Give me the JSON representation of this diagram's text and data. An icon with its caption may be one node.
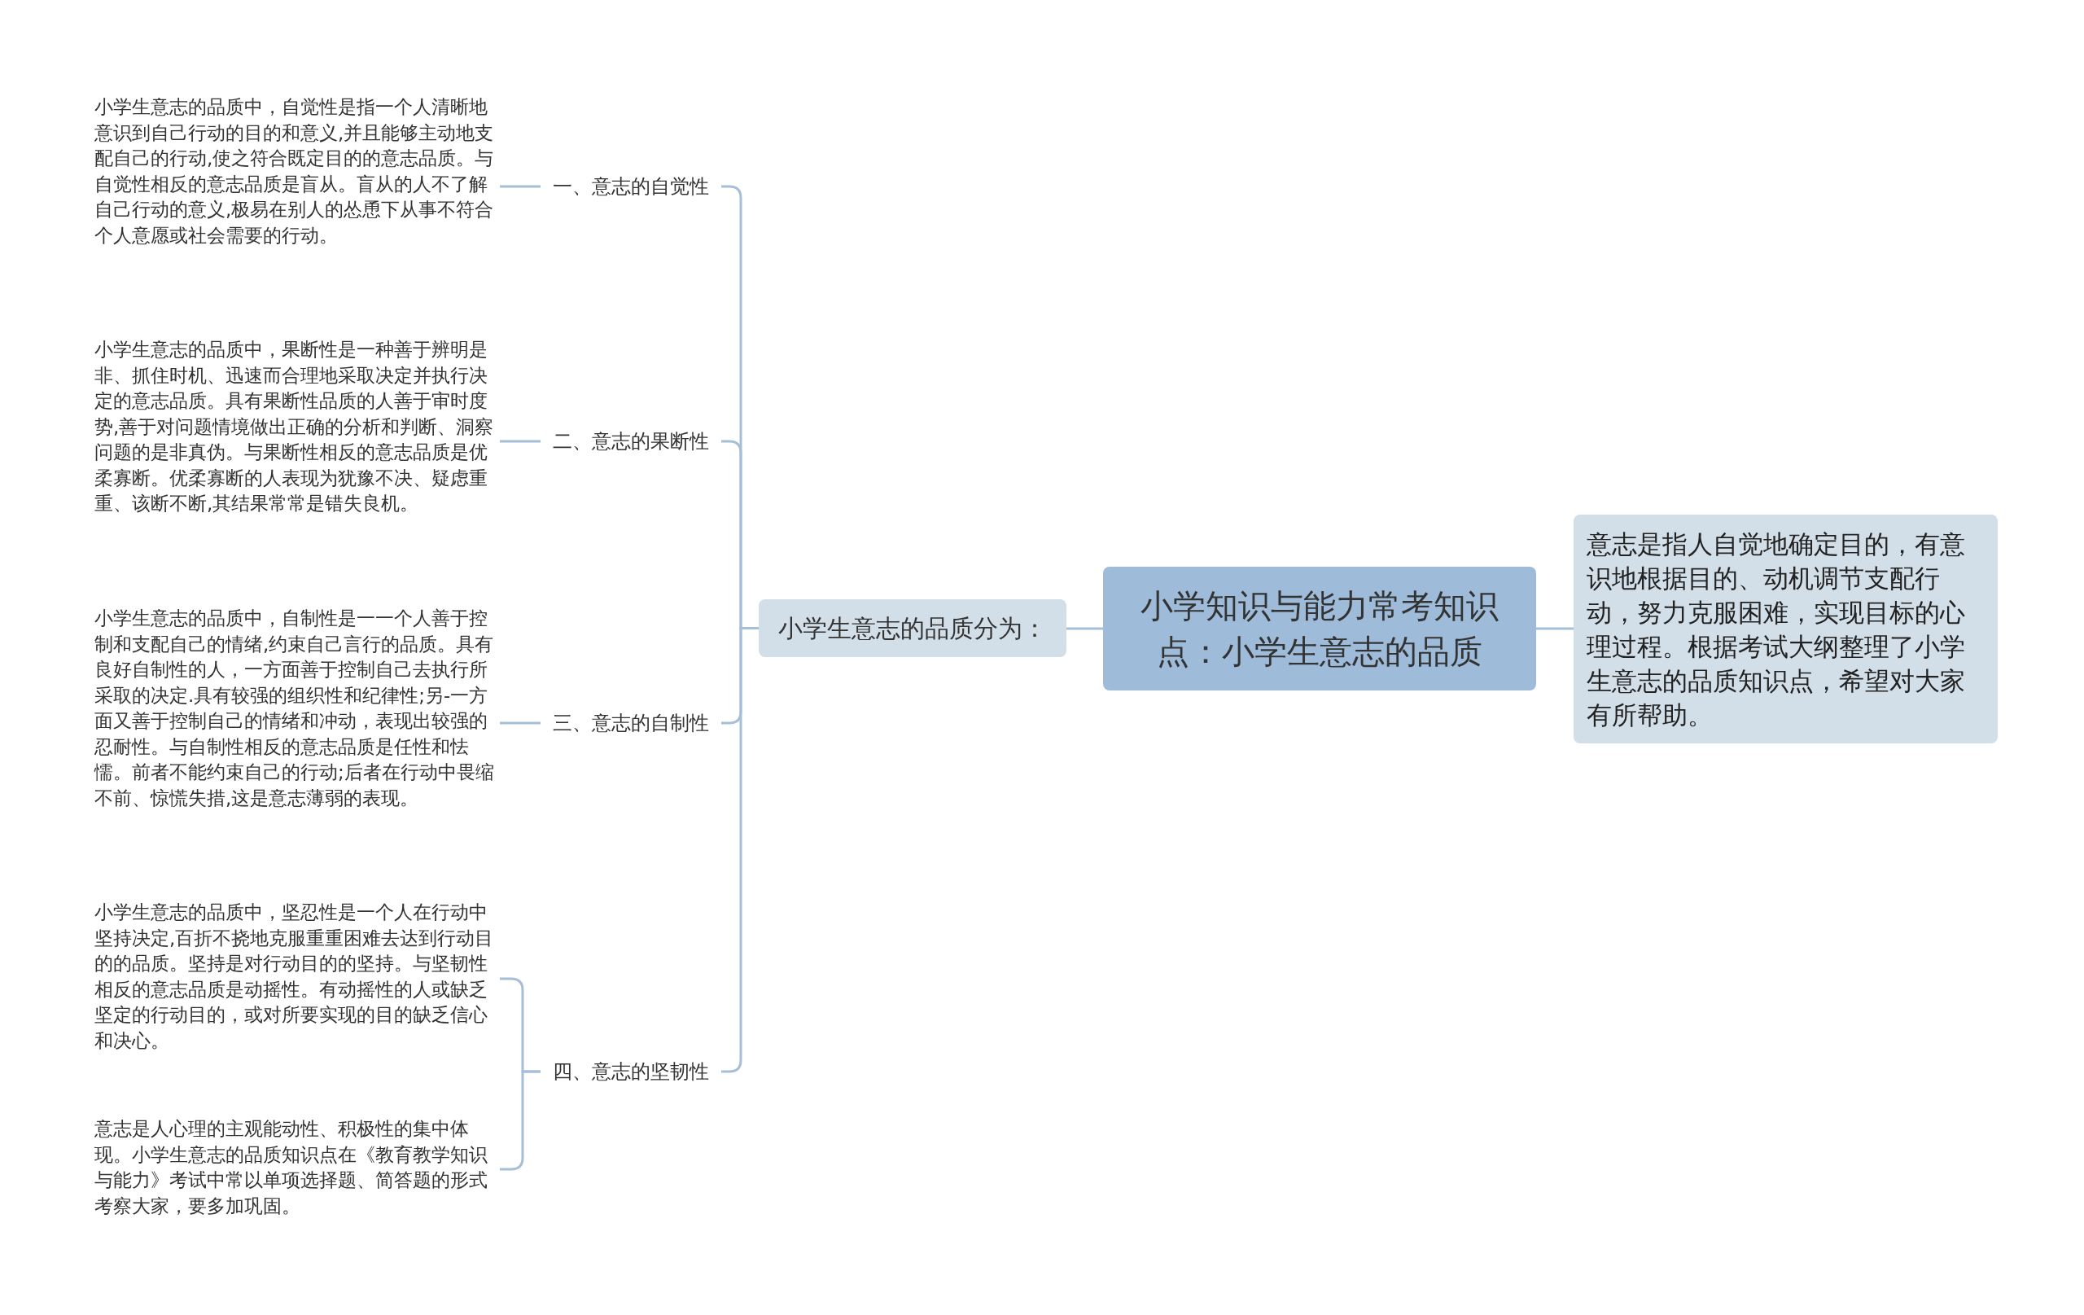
{
  "diagram": {
    "nodes": [
      {
        "text": [
          "小学知识与能力常考知识点：小学生意志的品质"
        ]
      },
      {
        "text": [
          "意志是指人自觉地确定目的，有意识地根据目的、动机调节支配行动，努力克服困难，实现目标的心理过程。根据考试大纲整理了小学生意志的品质知识点，希望对大家有所帮助。"
        ]
      },
      {
        "text": [
          "小学生意志的品质分为："
        ]
      },
      {
        "text": [
          "一、意志的自觉性"
        ]
      },
      {
        "text": [
          "小学生意志的品质中，自觉性是指一个人清晰地意识到自己行动的目的和意义,并且能够主动地支配自己的行动,使之符合既定目的的意志品质。与自觉性相反的意志品质是盲从。盲从的人不了解自己行动的意义,极易在别人的怂恿下从事不符合个人意愿或社会需要的行动。"
        ]
      },
      {
        "text": [
          "二、意志的果断性"
        ]
      },
      {
        "text": [
          "小学生意志的品质中，果断性是一种善于辨明是非、抓住时机、迅速而合理地采取决定并执行决定的意志品质。具有果断性品质的人善于审时度势,善于对问题情境做出正确的分析和判断、洞察问题的是非真伪。与果断性相反的意志品质是优柔寡断。优柔寡断的人表现为犹豫不决、疑虑重重、该断不断,其结果常常是错失良机。"
        ]
      },
      {
        "text": [
          "三、意志的自制性"
        ]
      },
      {
        "text": [
          "小学生意志的品质中，自制性是一一个人善于控制和支配自己的情绪,约束自己言行的品质。具有良好自制性的人，一方面善于控制自己去执行所采取的决定.具有较强的组织性和纪律性;另-一方面又善于控制自己的情绪和冲动，表现出较强的忍耐性。与自制性相反的意志品质是任性和怯懦。前者不能约束自己的行动;后者在行动中畏缩不前、惊慌失措,这是意志薄弱的表现。"
        ]
      },
      {
        "text": [
          "四、意志的坚韧性"
        ]
      },
      {
        "text": [
          "小学生意志的品质中，坚忍性是一个人在行动中坚持决定,百折不挠地克服重重困难去达到行动目的的品质。坚持是对行动目的的坚持。与坚韧性相反的意志品质是动摇性。有动摇性的人或缺乏坚定的行动目的，或对所要实现的目的缺乏信心和决心。"
        ]
      },
      {
        "text": [
          "意志是人心理的主观能动性、积极性的集中体现。小学生意志的品质知识点在《教育教学知识与能力》考试中常以单项选择题、简答题的形式考察大家，要多加巩固。"
        ]
      }
    ],
    "edges": [
      {
        "from": 0,
        "to": 2,
        "arrow": "none"
      },
      {
        "from": 0,
        "to": 1,
        "arrow": "none"
      },
      {
        "from": 2,
        "to": 3,
        "arrow": "none"
      },
      {
        "from": 2,
        "to": 5,
        "arrow": "none"
      },
      {
        "from": 2,
        "to": 7,
        "arrow": "none"
      },
      {
        "from": 2,
        "to": 9,
        "arrow": "none"
      },
      {
        "from": 3,
        "to": 4,
        "arrow": "none"
      },
      {
        "from": 5,
        "to": 6,
        "arrow": "none"
      },
      {
        "from": 7,
        "to": 8,
        "arrow": "none"
      },
      {
        "from": 9,
        "to": 10,
        "arrow": "none"
      },
      {
        "from": 9,
        "to": 11,
        "arrow": "none"
      }
    ]
  }
}
